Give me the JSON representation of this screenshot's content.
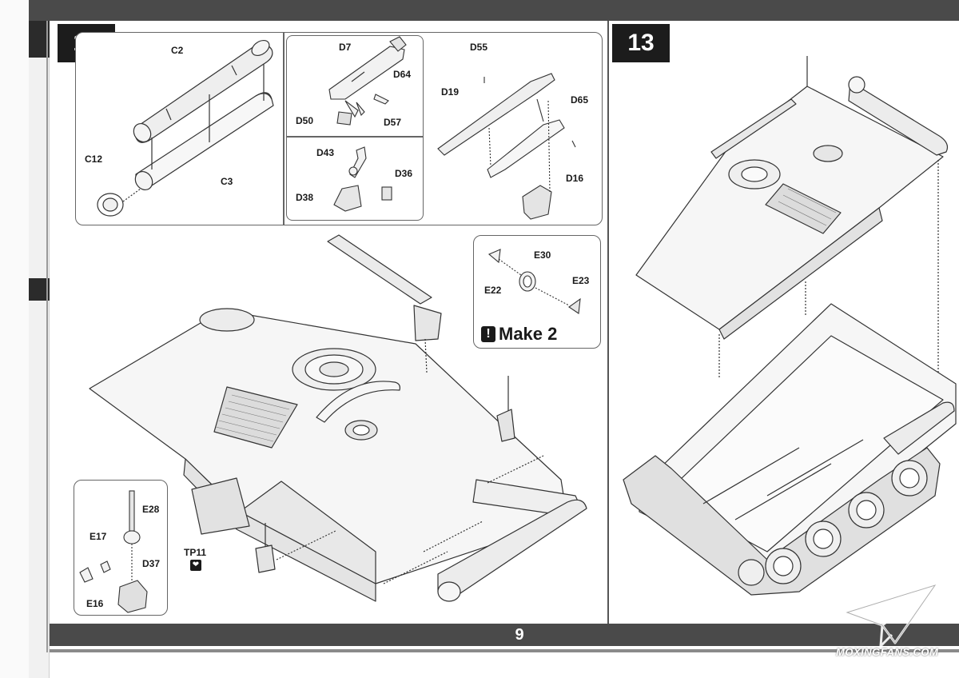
{
  "page": {
    "number": "9"
  },
  "steps": [
    {
      "id": "12",
      "label": "12"
    },
    {
      "id": "13",
      "label": "13"
    }
  ],
  "step12": {
    "inset_tube": {
      "labels": [
        "C2",
        "C12",
        "C3"
      ]
    },
    "inset_mount": {
      "labels": [
        "D7",
        "D64",
        "D50",
        "D57"
      ]
    },
    "inset_mount2": {
      "labels": [
        "D43",
        "D36",
        "D38"
      ]
    },
    "inset_gun": {
      "labels": [
        "D55",
        "D19",
        "D65",
        "D16"
      ]
    },
    "inset_handle": {
      "labels": [
        "E30",
        "E22",
        "E23"
      ],
      "make_note": "Make 2",
      "make_icon": "!"
    },
    "inset_antenna": {
      "labels": [
        "E28",
        "E17",
        "D37",
        "E16"
      ]
    },
    "main": {
      "labels": [
        "TP11"
      ]
    }
  },
  "watermark": {
    "text": "MOXINGFANS.COM"
  }
}
